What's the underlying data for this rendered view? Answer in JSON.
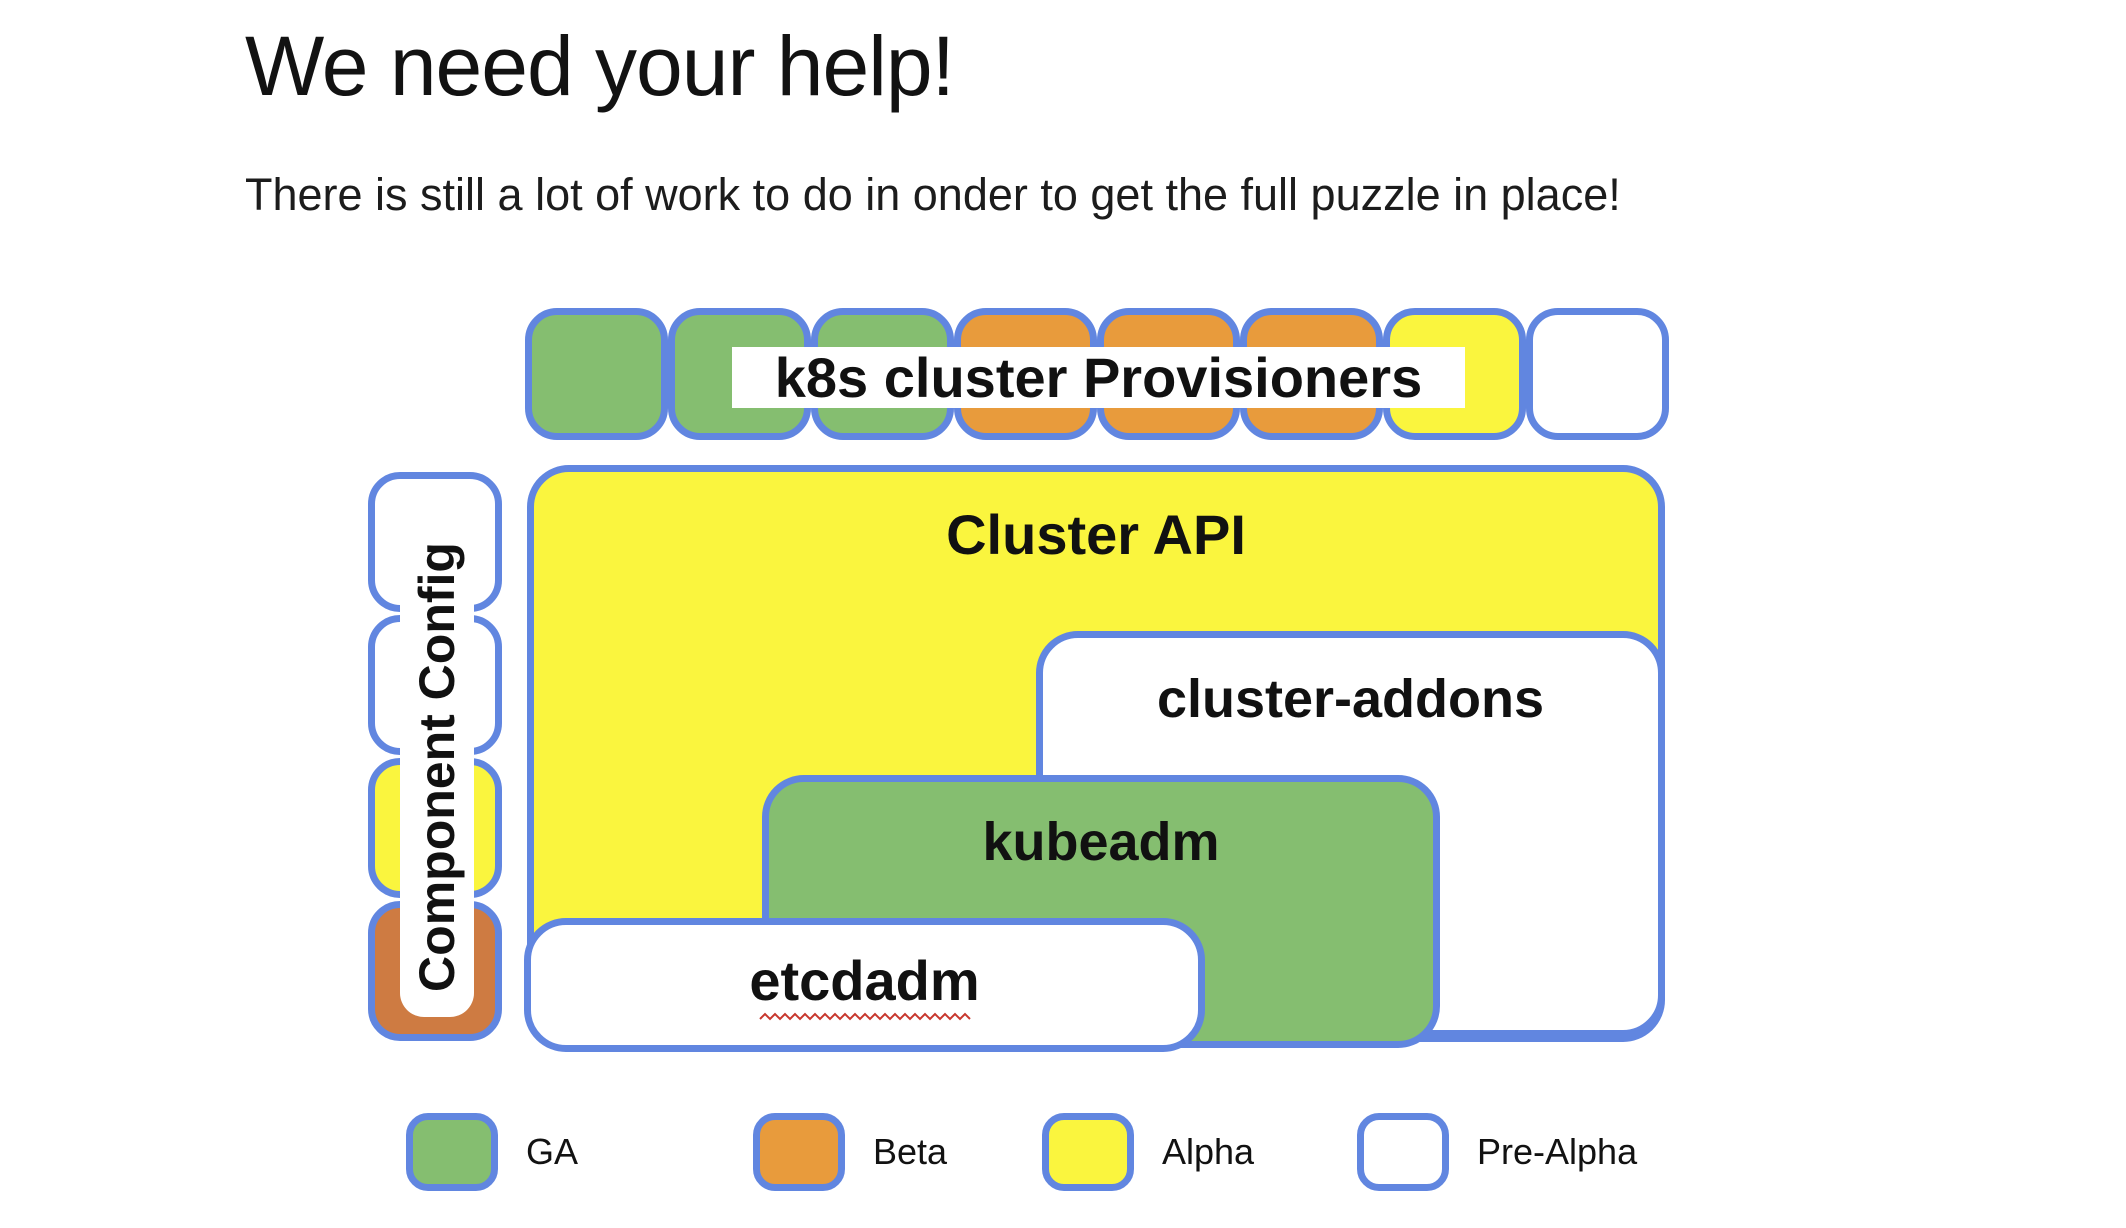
{
  "slide": {
    "title": "We need your help!",
    "subtitle": "There is still a lot of work to do in onder to get the full puzzle in place!"
  },
  "colors": {
    "border_blue": "#6186E0",
    "ga_green": "#85BE70",
    "beta_orange": "#E89B3C",
    "beta_orange_dark": "#CE7B42",
    "alpha_yellow": "#FAF53E",
    "prealpha_white": "#FFFFFF",
    "squiggle_red": "#C8382E"
  },
  "puzzle": {
    "provisioners_label": "k8s cluster Provisioners",
    "top_row_pieces": [
      {
        "status": "GA",
        "color": "#85BE70"
      },
      {
        "status": "GA",
        "color": "#85BE70"
      },
      {
        "status": "GA",
        "color": "#85BE70"
      },
      {
        "status": "Beta",
        "color": "#E89B3C"
      },
      {
        "status": "Beta",
        "color": "#E89B3C"
      },
      {
        "status": "Beta",
        "color": "#E89B3C"
      },
      {
        "status": "Alpha",
        "color": "#FAF53E"
      },
      {
        "status": "Pre-Alpha",
        "color": "#FFFFFF"
      }
    ],
    "left_column": {
      "label": "Component Config",
      "pieces": [
        {
          "status": "Pre-Alpha",
          "color": "#FFFFFF"
        },
        {
          "status": "Pre-Alpha",
          "color": "#FFFFFF"
        },
        {
          "status": "Alpha",
          "color": "#FAF53E"
        },
        {
          "status": "Beta",
          "color": "#CE7B42"
        }
      ]
    },
    "boxes": {
      "cluster_api": {
        "label": "Cluster API",
        "status": "Alpha",
        "color": "#FAF53E"
      },
      "cluster_addons": {
        "label": "cluster-addons",
        "status": "Pre-Alpha",
        "color": "#FFFFFF"
      },
      "kubeadm": {
        "label": "kubeadm",
        "status": "GA",
        "color": "#85BE70"
      },
      "etcdadm": {
        "label": "etcdadm",
        "status": "Pre-Alpha",
        "color": "#FFFFFF"
      }
    }
  },
  "legend": {
    "items": [
      {
        "label": "GA",
        "color": "#85BE70"
      },
      {
        "label": "Beta",
        "color": "#E89B3C"
      },
      {
        "label": "Alpha",
        "color": "#FAF53E"
      },
      {
        "label": "Pre-Alpha",
        "color": "#FFFFFF"
      }
    ]
  }
}
